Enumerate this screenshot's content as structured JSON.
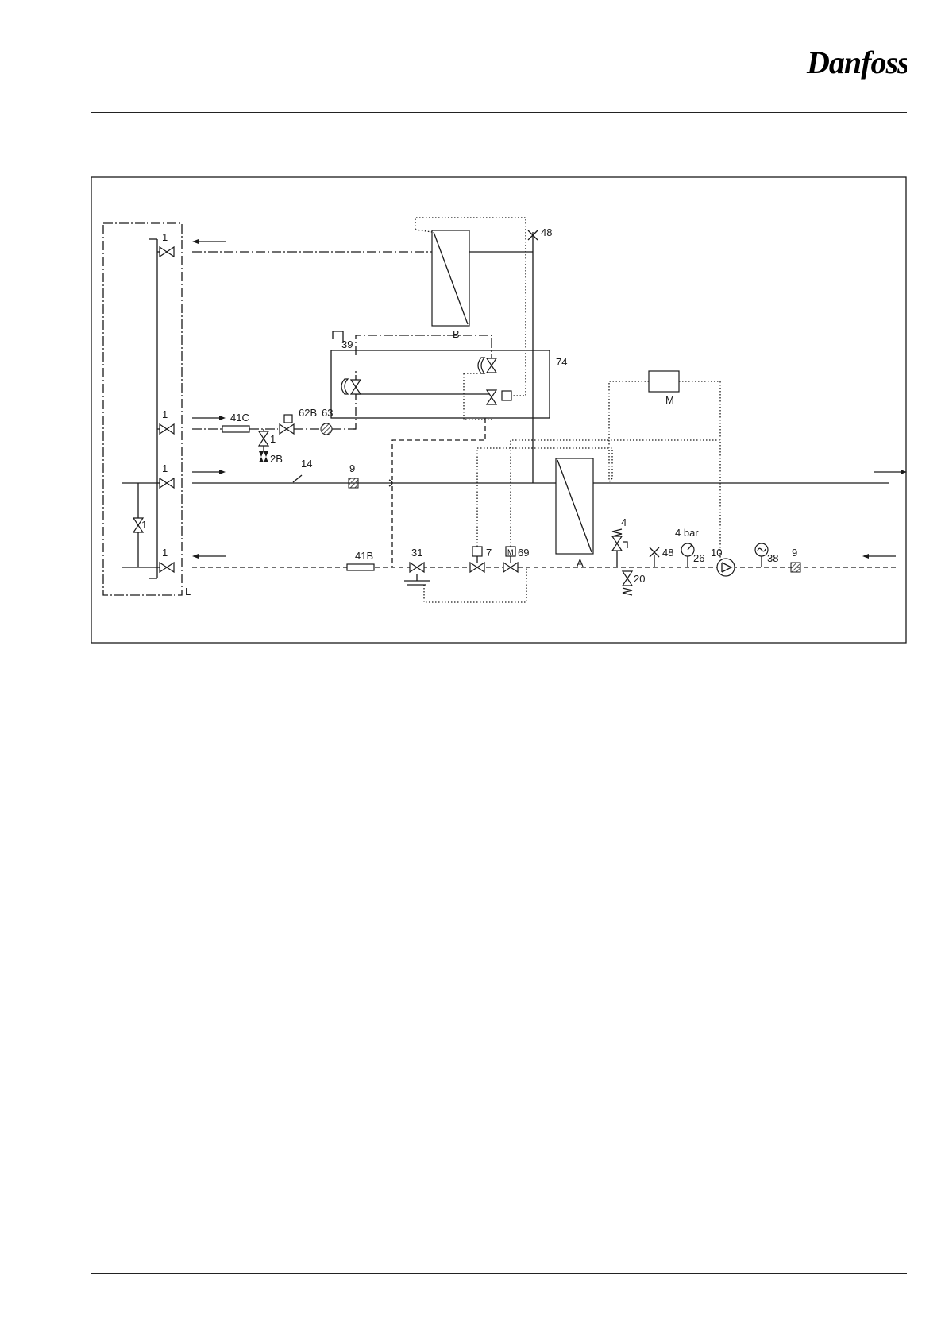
{
  "brand": {
    "logo_text": "Danfoss"
  },
  "labels": {
    "valve_1": "1",
    "l": "L",
    "b": "B",
    "a": "A",
    "m": "M",
    "n48": "48",
    "n39": "39",
    "n74": "74",
    "n41c": "41C",
    "n62b": "62B",
    "n63": "63",
    "n2b": "2B",
    "n14": "14",
    "n9": "9",
    "n41b": "41B",
    "n31": "31",
    "n7": "7",
    "n69": "69",
    "n4": "4",
    "n20": "20",
    "n4bar": "4 bar",
    "n26": "26",
    "n10": "10",
    "n38": "38",
    "motor_m": "M"
  },
  "colors": {
    "line": "#1a1a1a",
    "hatch": "#555555",
    "background": "#ffffff"
  }
}
